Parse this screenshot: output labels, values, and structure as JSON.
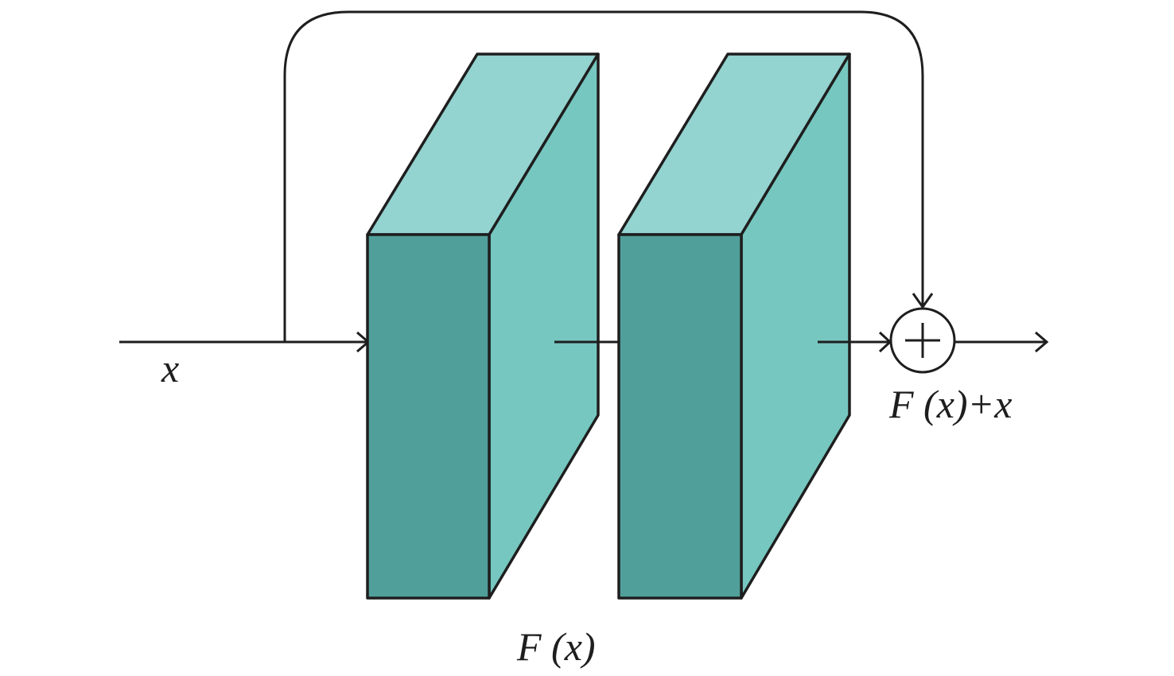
{
  "labels": {
    "input": "x",
    "residual": "F (x)",
    "output": "F (x)+x"
  },
  "colors": {
    "block_front": "#519f9b",
    "block_side": "#76c7c0",
    "block_top": "#93d3d0",
    "line": "#1e1e1e"
  },
  "icons": {
    "adder": "circle-plus-icon"
  }
}
